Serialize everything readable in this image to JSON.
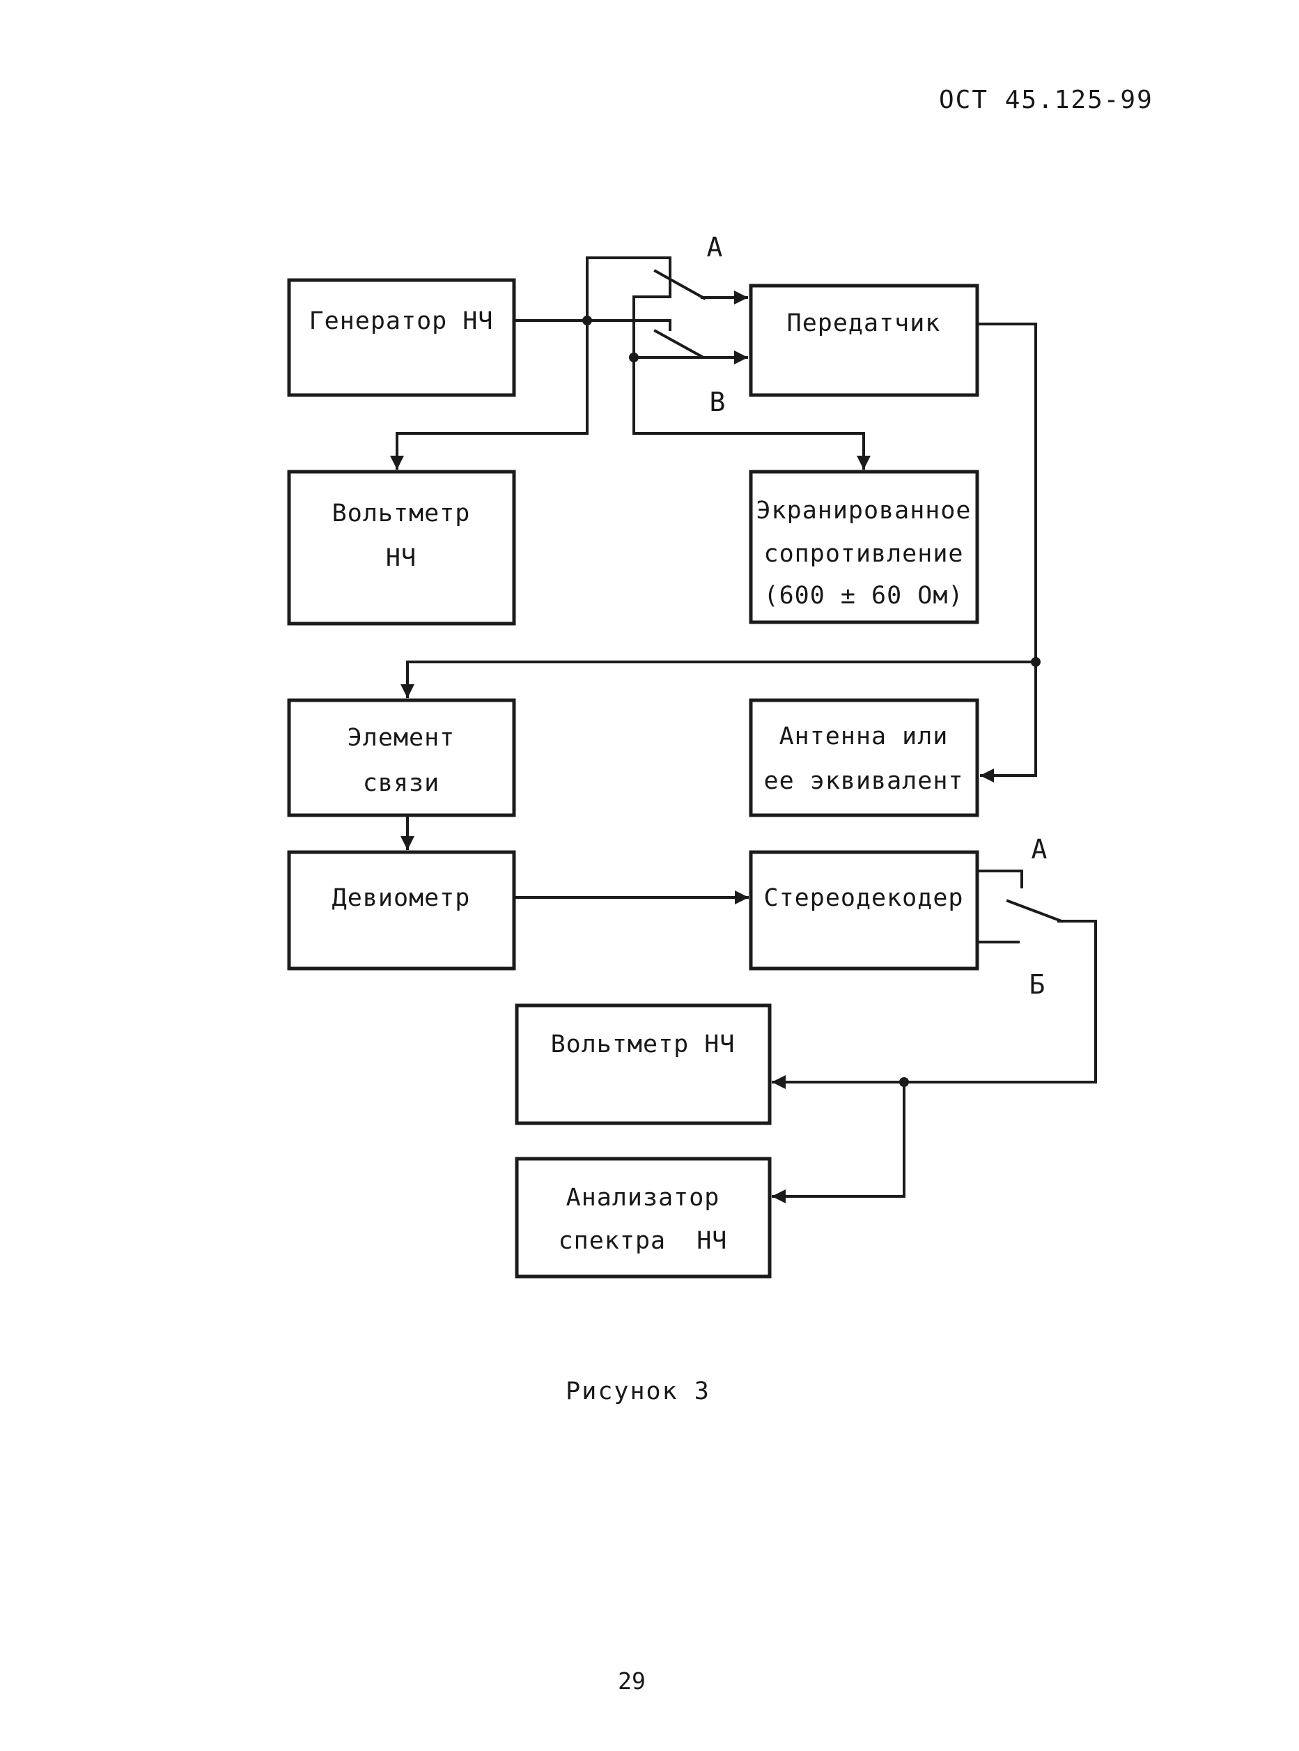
{
  "document": {
    "header": "ОСТ 45.125-99",
    "figure_caption": "Рисунок 3",
    "page_number": "29"
  },
  "diagram": {
    "blocks": {
      "generator": {
        "lines": [
          "Генератор НЧ"
        ]
      },
      "transmitter": {
        "lines": [
          "Передатчик"
        ]
      },
      "lf_voltmeter_top": {
        "lines": [
          "Вольтметр",
          "НЧ"
        ]
      },
      "shielded_resistor": {
        "lines": [
          "Экранированное",
          "сопротивление",
          "(600 ± 60 Ом)"
        ]
      },
      "coupling_element": {
        "lines": [
          "Элемент",
          "связи"
        ]
      },
      "antenna_equivalent": {
        "lines": [
          "Антенна или",
          "ее эквивалент"
        ]
      },
      "deviometer": {
        "lines": [
          "Девиометр"
        ]
      },
      "stereo_decoder": {
        "lines": [
          "Стереодекодер"
        ]
      },
      "lf_voltmeter_bottom": {
        "lines": [
          "Вольтметр НЧ"
        ]
      },
      "spectrum_analyzer": {
        "lines": [
          "Анализатор",
          "спектра  НЧ"
        ]
      }
    },
    "switch_labels": {
      "input_pos_a": "А",
      "input_pos_b": "В",
      "decoder_pos_a": "А",
      "decoder_pos_b": "Б"
    },
    "line_color": "#1b1b1b",
    "paper_color": "#ffffff"
  }
}
